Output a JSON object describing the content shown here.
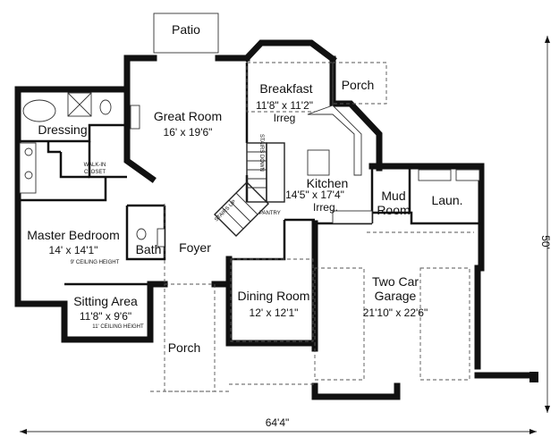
{
  "rooms": {
    "patio": "Patio",
    "great_room": {
      "name": "Great Room",
      "size": "16' x 19'6\""
    },
    "breakfast": {
      "name": "Breakfast",
      "size": "11'8\" x 11'2\"",
      "note": "Irreg"
    },
    "porch_rear": "Porch",
    "dressing": "Dressing",
    "walkin_closet": [
      "WALK-IN",
      "CLOSET"
    ],
    "stairs_down": "STAIRS DOWN",
    "stairs_up": "STAIRS UP",
    "pantry": "PANTRY",
    "kitchen": {
      "name": "Kitchen",
      "size": "14'5\" x 17'4\"",
      "note": "Irreg."
    },
    "mud_room": [
      "Mud",
      "Room"
    ],
    "laundry": "Laun.",
    "master_bedroom": {
      "name": "Master Bedroom",
      "size": "14' x 14'1\"",
      "note": "9' CEILING HEIGHT"
    },
    "bath": "Bath",
    "foyer": "Foyer",
    "sitting_area": {
      "name": "Sitting Area",
      "size": "11'8\" x 9'6\"",
      "note": "11' CEILING HEIGHT"
    },
    "dining_room": {
      "name": "Dining Room",
      "size": "12' x 12'1\""
    },
    "garage": {
      "name": [
        "Two Car",
        "Garage"
      ],
      "size": "21'10\" x 22'6\""
    },
    "porch_front": "Porch"
  },
  "dimensions": {
    "width": "64'4\"",
    "depth": "50'"
  }
}
